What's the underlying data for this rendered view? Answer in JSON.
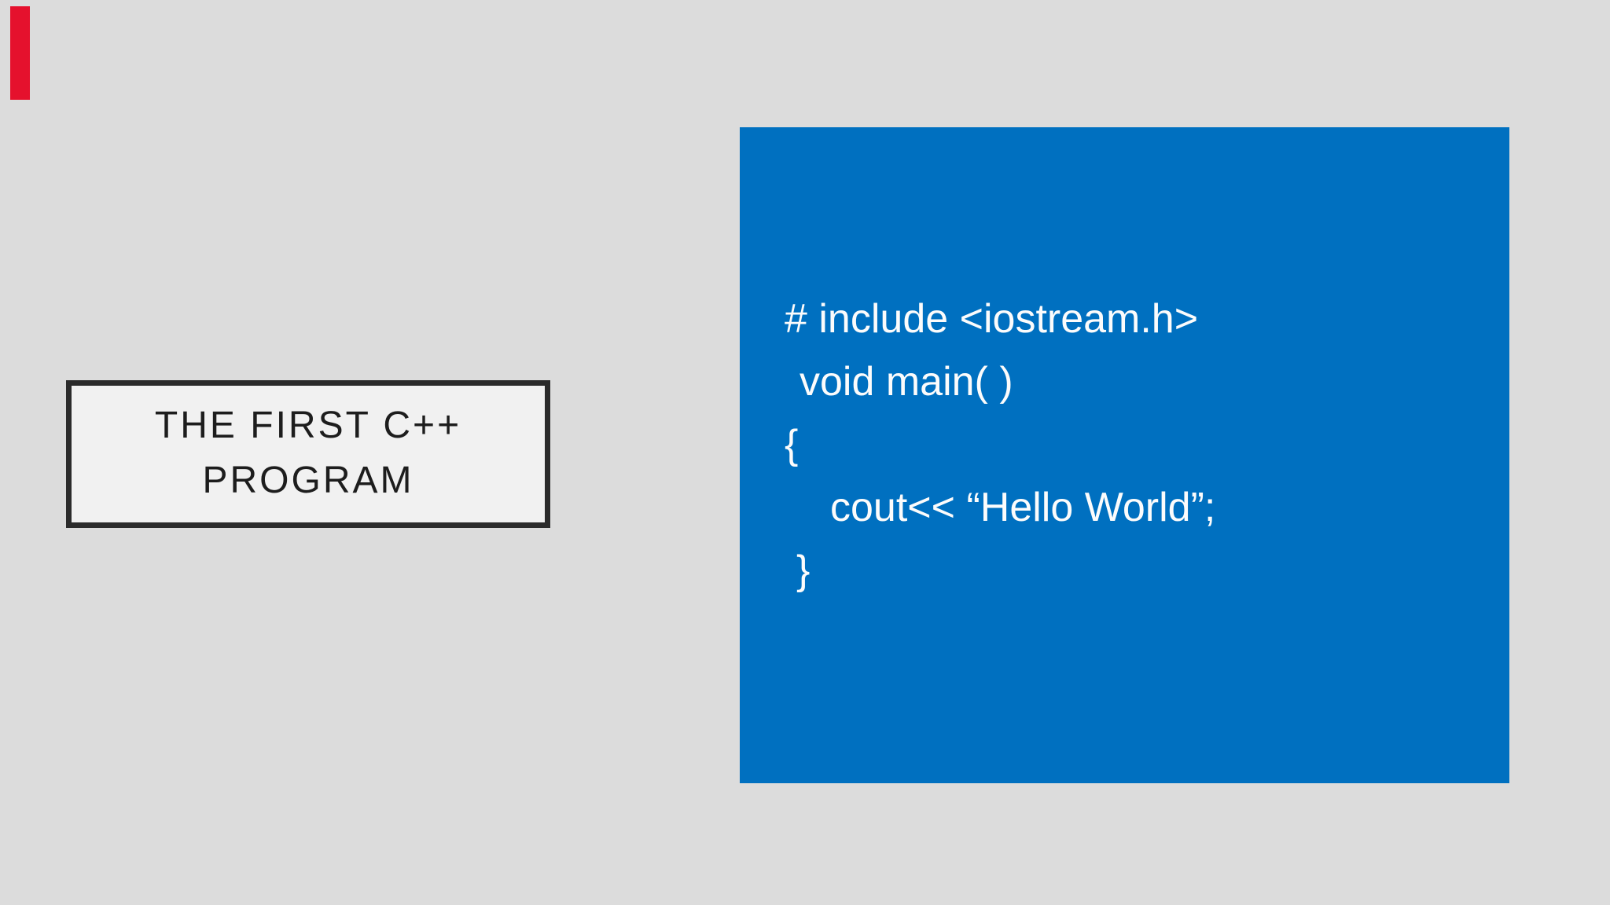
{
  "slide": {
    "title": "THE FIRST C++ PROGRAM",
    "code_panel": {
      "lines": [
        "# include <iostream.h>",
        "void main( )",
        "{",
        "cout<< “Hello World”;",
        "}"
      ]
    },
    "colors": {
      "background": "#dcdcdc",
      "accent_bar": "#e5112d",
      "panel_blue": "#0070c0",
      "title_box_fill": "#f1f1f1",
      "title_box_border": "#2b2b2b",
      "title_text": "#1d1d1d",
      "code_text": "#fcfcfc"
    }
  }
}
